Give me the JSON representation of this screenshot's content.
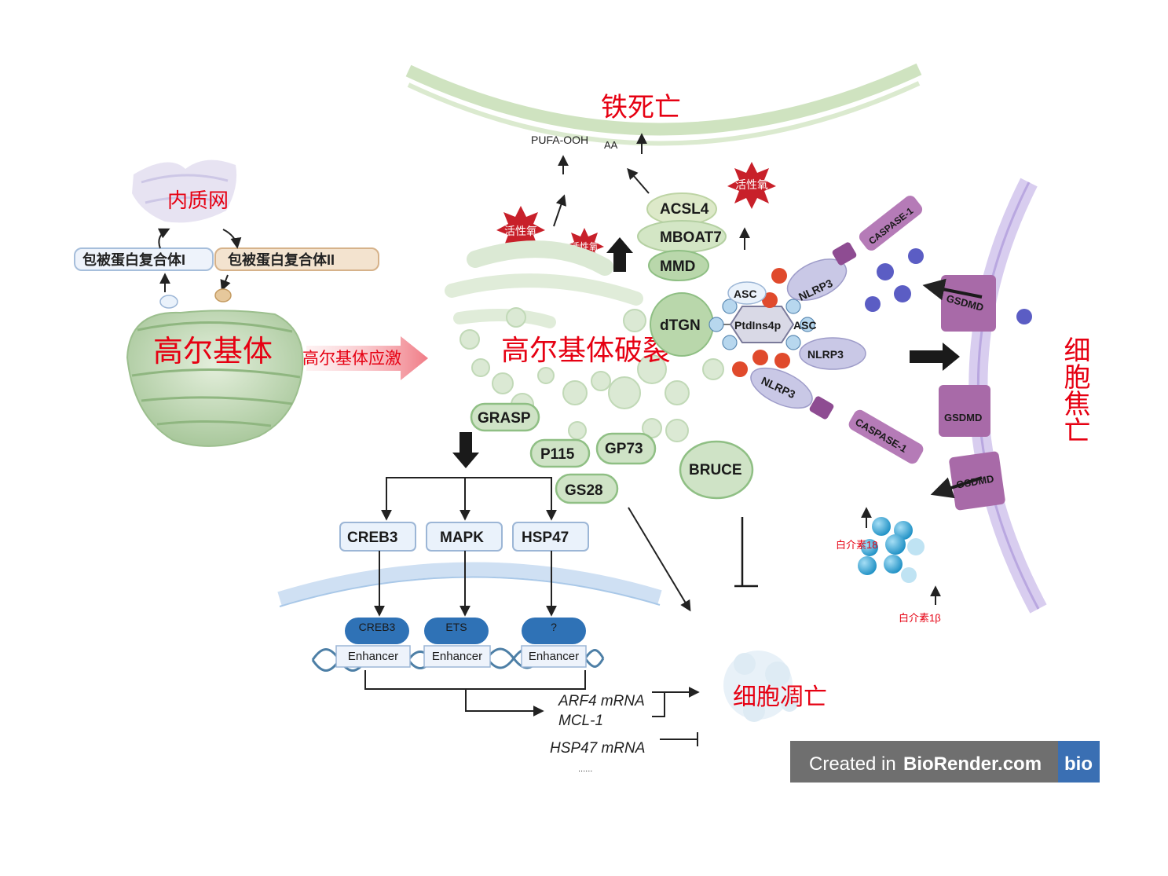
{
  "labels": {
    "ferroptosis": "铁死亡",
    "er": "内质网",
    "golgi": "高尔基体",
    "golgi_stress": "高尔基体应激",
    "golgi_fragmentation": "高尔基体破裂",
    "pyroptosis": "细胞焦亡",
    "apoptosis": "细胞凋亡",
    "ros": "活性氧",
    "copi": "包被蛋白复合体I",
    "copii": "包被蛋白复合体II",
    "il18": "白介素18",
    "il1b": "白介素1β"
  },
  "membrane": {
    "pufa": "PUFA-OOH",
    "aa": "AA"
  },
  "proteins": {
    "acsl4": "ACSL4",
    "mboat7": "MBOAT7",
    "mmd": "MMD",
    "dtgn": "dTGN",
    "asc": "ASC",
    "ptdins": "PtdIns4p",
    "nlrp3": "NLRP3",
    "caspase1": "CASPASE-1",
    "gsdmd": "GSDMD",
    "grasp": "GRASP",
    "p115": "P115",
    "gp73": "GP73",
    "gs28": "GS28",
    "bruce": "BRUCE"
  },
  "transcription": {
    "factors": [
      "CREB3",
      "MAPK",
      "HSP47"
    ],
    "binders": [
      "CREB3",
      "ETS",
      "?"
    ],
    "enhancer": "Enhancer"
  },
  "outputs": {
    "arf4": "ARF4 mRNA",
    "mcl1": "MCL-1",
    "hsp47": "HSP47 mRNA",
    "ellipsis": "......"
  },
  "watermark": {
    "prefix": "Created in ",
    "brand": "BioRender.com",
    "logo": "bio"
  },
  "colors": {
    "label_red": "#e60012",
    "golgi_green": "#cfe3c6",
    "gsdmd_purple": "#a86aa8",
    "membrane_blue": "#cfe0f3"
  }
}
